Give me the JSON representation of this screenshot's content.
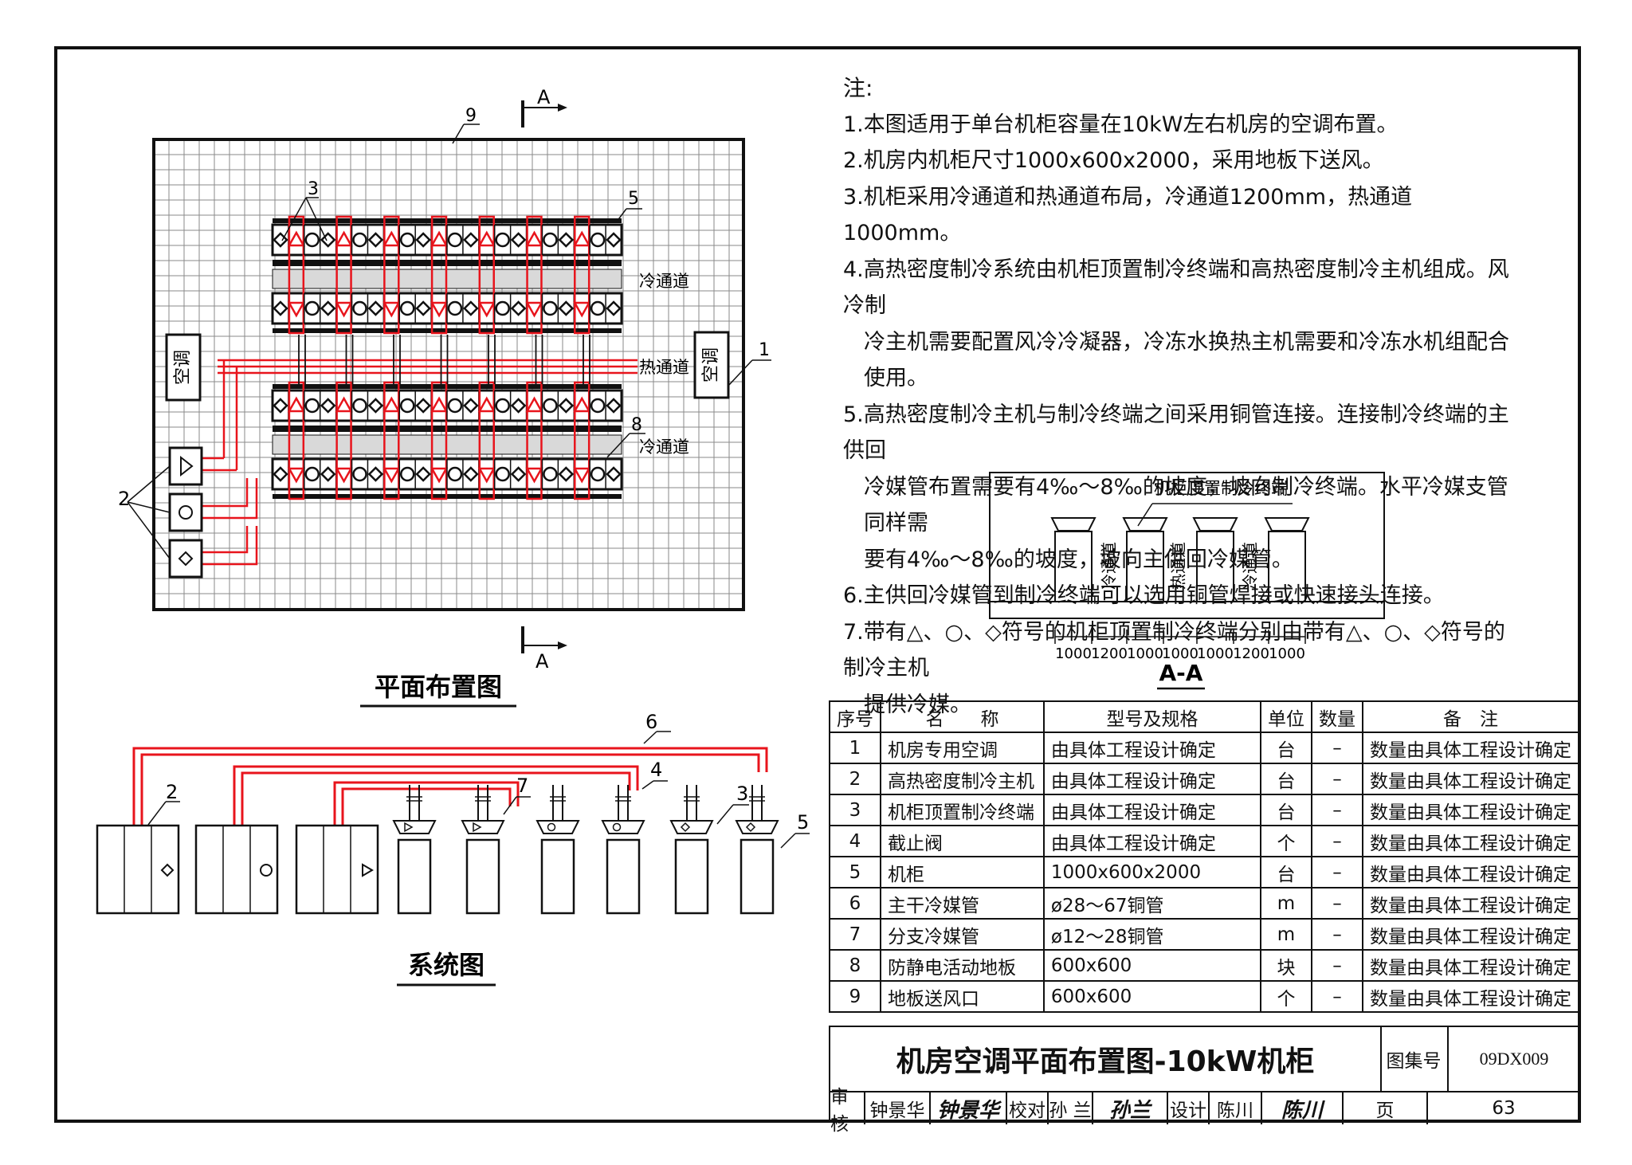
{
  "plan": {
    "title": "平面布置图",
    "section_marker": "A",
    "ac_label": "空调",
    "aisle_cold": "冷通道",
    "aisle_hot": "热通道",
    "callouts": [
      "1",
      "2",
      "3",
      "5",
      "8",
      "9"
    ]
  },
  "system": {
    "title": "系统图",
    "callouts": [
      "2",
      "3",
      "4",
      "5",
      "6",
      "7"
    ]
  },
  "section": {
    "box_label": "机柜顶置制冷终端",
    "aisles": [
      "冷通道",
      "热通道",
      "冷通道"
    ],
    "dims": [
      "1000",
      "1200",
      "1000",
      "1000",
      "1000",
      "1200",
      "1000"
    ],
    "title": "A-A"
  },
  "notes": {
    "head": "注:",
    "items": [
      [
        "1.本图适用于单台机柜容量在10kW左右机房的空调布置。"
      ],
      [
        "2.机房内机柜尺寸1000x600x2000，采用地板下送风。"
      ],
      [
        "3.机柜采用冷通道和热通道布局，冷通道1200mm，热通道1000mm。"
      ],
      [
        "4.高热密度制冷系统由机柜顶置制冷终端和高热密度制冷主机组成。风冷制",
        "冷主机需要配置风冷冷凝器，冷冻水换热主机需要和冷冻水机组配合使用。"
      ],
      [
        "5.高热密度制冷主机与制冷终端之间采用铜管连接。连接制冷终端的主供回",
        "冷媒管布置需要有4‰～8‰的坡度，坡向制冷终端。水平冷媒支管同样需",
        "要有4‰～8‰的坡度，坡向主供回冷媒管。"
      ],
      [
        "6.主供回冷媒管到制冷终端可以选用铜管焊接或快速接头连接。"
      ],
      [
        "7.带有△、○、◇符号的机柜顶置制冷终端分别由带有△、○、◇符号的制冷主机",
        "提供冷媒。"
      ]
    ]
  },
  "table": {
    "headers": [
      "序号",
      "名　　称",
      "型号及规格",
      "单位",
      "数量",
      "备　注"
    ],
    "rows": [
      [
        "1",
        "机房专用空调",
        "由具体工程设计确定",
        "台",
        "–",
        "数量由具体工程设计确定"
      ],
      [
        "2",
        "高热密度制冷主机",
        "由具体工程设计确定",
        "台",
        "–",
        "数量由具体工程设计确定"
      ],
      [
        "3",
        "机柜顶置制冷终端",
        "由具体工程设计确定",
        "台",
        "–",
        "数量由具体工程设计确定"
      ],
      [
        "4",
        "截止阀",
        "由具体工程设计确定",
        "个",
        "–",
        "数量由具体工程设计确定"
      ],
      [
        "5",
        "机柜",
        "1000x600x2000",
        "台",
        "–",
        "数量由具体工程设计确定"
      ],
      [
        "6",
        "主干冷媒管",
        "ø28～67铜管",
        "m",
        "–",
        "数量由具体工程设计确定"
      ],
      [
        "7",
        "分支冷媒管",
        "ø12～28铜管",
        "m",
        "–",
        "数量由具体工程设计确定"
      ],
      [
        "8",
        "防静电活动地板",
        "600x600",
        "块",
        "–",
        "数量由具体工程设计确定"
      ],
      [
        "9",
        "地板送风口",
        "600x600",
        "个",
        "–",
        "数量由具体工程设计确定"
      ]
    ]
  },
  "title_block": {
    "title": "机房空调平面布置图-10kW机柜",
    "atlas_label": "图集号",
    "atlas_no": "09DX009",
    "review_label": "审核",
    "reviewer": "钟景华",
    "reviewer_sig": "钟景华",
    "check_label": "校对",
    "checker": "孙 兰",
    "checker_sig": "孙兰",
    "design_label": "设计",
    "designer": "陈川",
    "designer_sig": "陈川",
    "page_label": "页",
    "page_no": "63"
  },
  "colors": {
    "red": "#e8141c",
    "line": "#111111",
    "grid": "#8a8a8a"
  }
}
